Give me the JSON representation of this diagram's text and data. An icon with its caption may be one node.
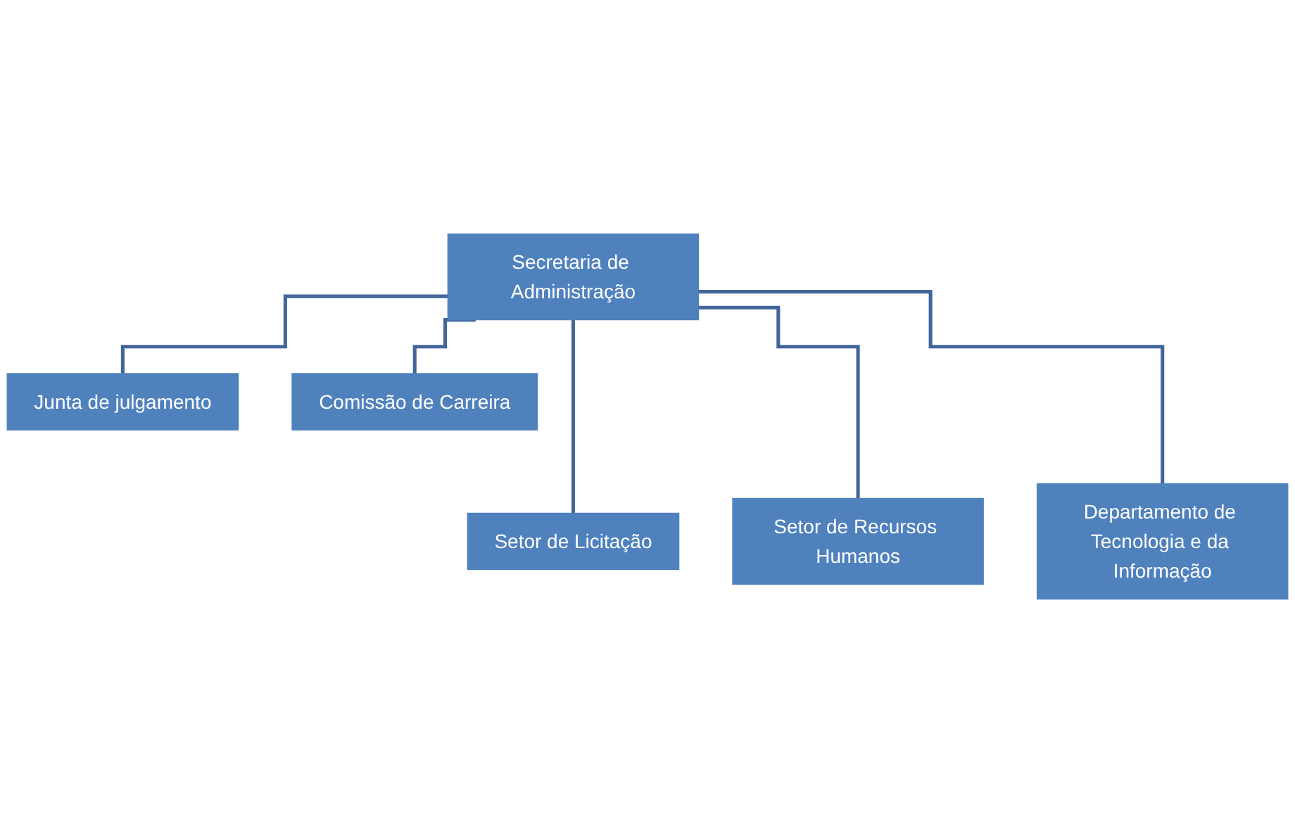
{
  "diagram": {
    "nodes": [
      {
        "text": [
          "Secretaria de Administração"
        ]
      },
      {
        "text": [
          "Junta de julgamento"
        ]
      },
      {
        "text": [
          "Comissão de Carreira"
        ]
      },
      {
        "text": [
          "Setor de Licitação"
        ]
      },
      {
        "text": [
          "Setor de Recursos Humanos"
        ]
      },
      {
        "text": [
          "Departamento de Tecnologia e da Informação"
        ]
      }
    ],
    "edges": [
      {
        "from": 0,
        "to": 1,
        "arrow": "none"
      },
      {
        "from": 0,
        "to": 2,
        "arrow": "none"
      },
      {
        "from": 0,
        "to": 3,
        "arrow": "none"
      },
      {
        "from": 0,
        "to": 4,
        "arrow": "none"
      },
      {
        "from": 0,
        "to": 5,
        "arrow": "none"
      }
    ]
  }
}
